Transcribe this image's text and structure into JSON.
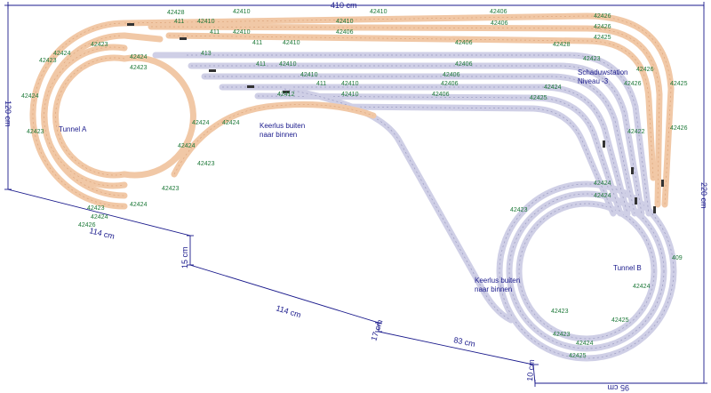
{
  "dimensions": {
    "top": "410 cm",
    "left": "120 cm",
    "right": "220 cm",
    "lower_left": "114 cm",
    "step1": "15 cm",
    "lower_mid": "114 cm",
    "step2": "17 cm",
    "lower_right": "83 cm",
    "step3": "10 cm",
    "bottom_right": "95 cm"
  },
  "labels": {
    "tunnel_a": "Tunnel A",
    "tunnel_b": "Tunnel B",
    "keerlus_1_line1": "Keerlus buiten",
    "keerlus_1_line2": "naar binnen",
    "keerlus_2_line1": "Keerlus buiten",
    "keerlus_2_line2": "naar binnen",
    "station_line1": "Schaduwstation",
    "station_line2": "Niveau -3"
  },
  "colors": {
    "upper_level_track": "#f1c8a6",
    "lower_level_track": "#cfcfe6",
    "piece_code_text": "#1f7a3a",
    "annotation_text": "#1a1a8c"
  },
  "piece_codes": {
    "top1": "42428",
    "top2": "42410",
    "top3": "42410",
    "top4": "42406",
    "top5": "42426",
    "r1a": "411",
    "r1b": "42410",
    "r1c": "42410",
    "r1d": "42406",
    "r1e": "42426",
    "r2a": "411",
    "r2b": "42410",
    "r2c": "42406",
    "r2d": "42425",
    "r3a": "411",
    "r3b": "42410",
    "r3c": "42406",
    "r3d": "42428",
    "r4a": "42423",
    "r4b": "42423",
    "r4c": "42424",
    "l1": "42424",
    "l2": "42423",
    "l3": "42424",
    "l4": "42423",
    "b1": "413",
    "b2": "411",
    "b3": "42410",
    "b4": "42406",
    "b5": "42423",
    "b6": "411",
    "b7": "42410",
    "b8": "42406",
    "b9": "42424",
    "b10": "42412",
    "b11": "42410",
    "b12": "42406",
    "b13": "42425",
    "d1": "42410",
    "d2": "42406",
    "ta1": "42424",
    "ta2": "42424",
    "ta3": "42423",
    "ta4": "42424",
    "ta5": "42423",
    "ta6": "42424",
    "ta7": "42426",
    "ta8": "42423",
    "ta9": "42424",
    "tb1": "42423",
    "tb2": "42424",
    "tb3": "42424",
    "tb4": "42423",
    "tb5": "42425",
    "tb6": "42424",
    "tb7": "42423",
    "tb8": "42425",
    "tb9": "42424",
    "tb10": "409",
    "rs1": "42426",
    "rs2": "42426",
    "rs3": "42425",
    "rs4": "42426",
    "rs5": "42422"
  }
}
